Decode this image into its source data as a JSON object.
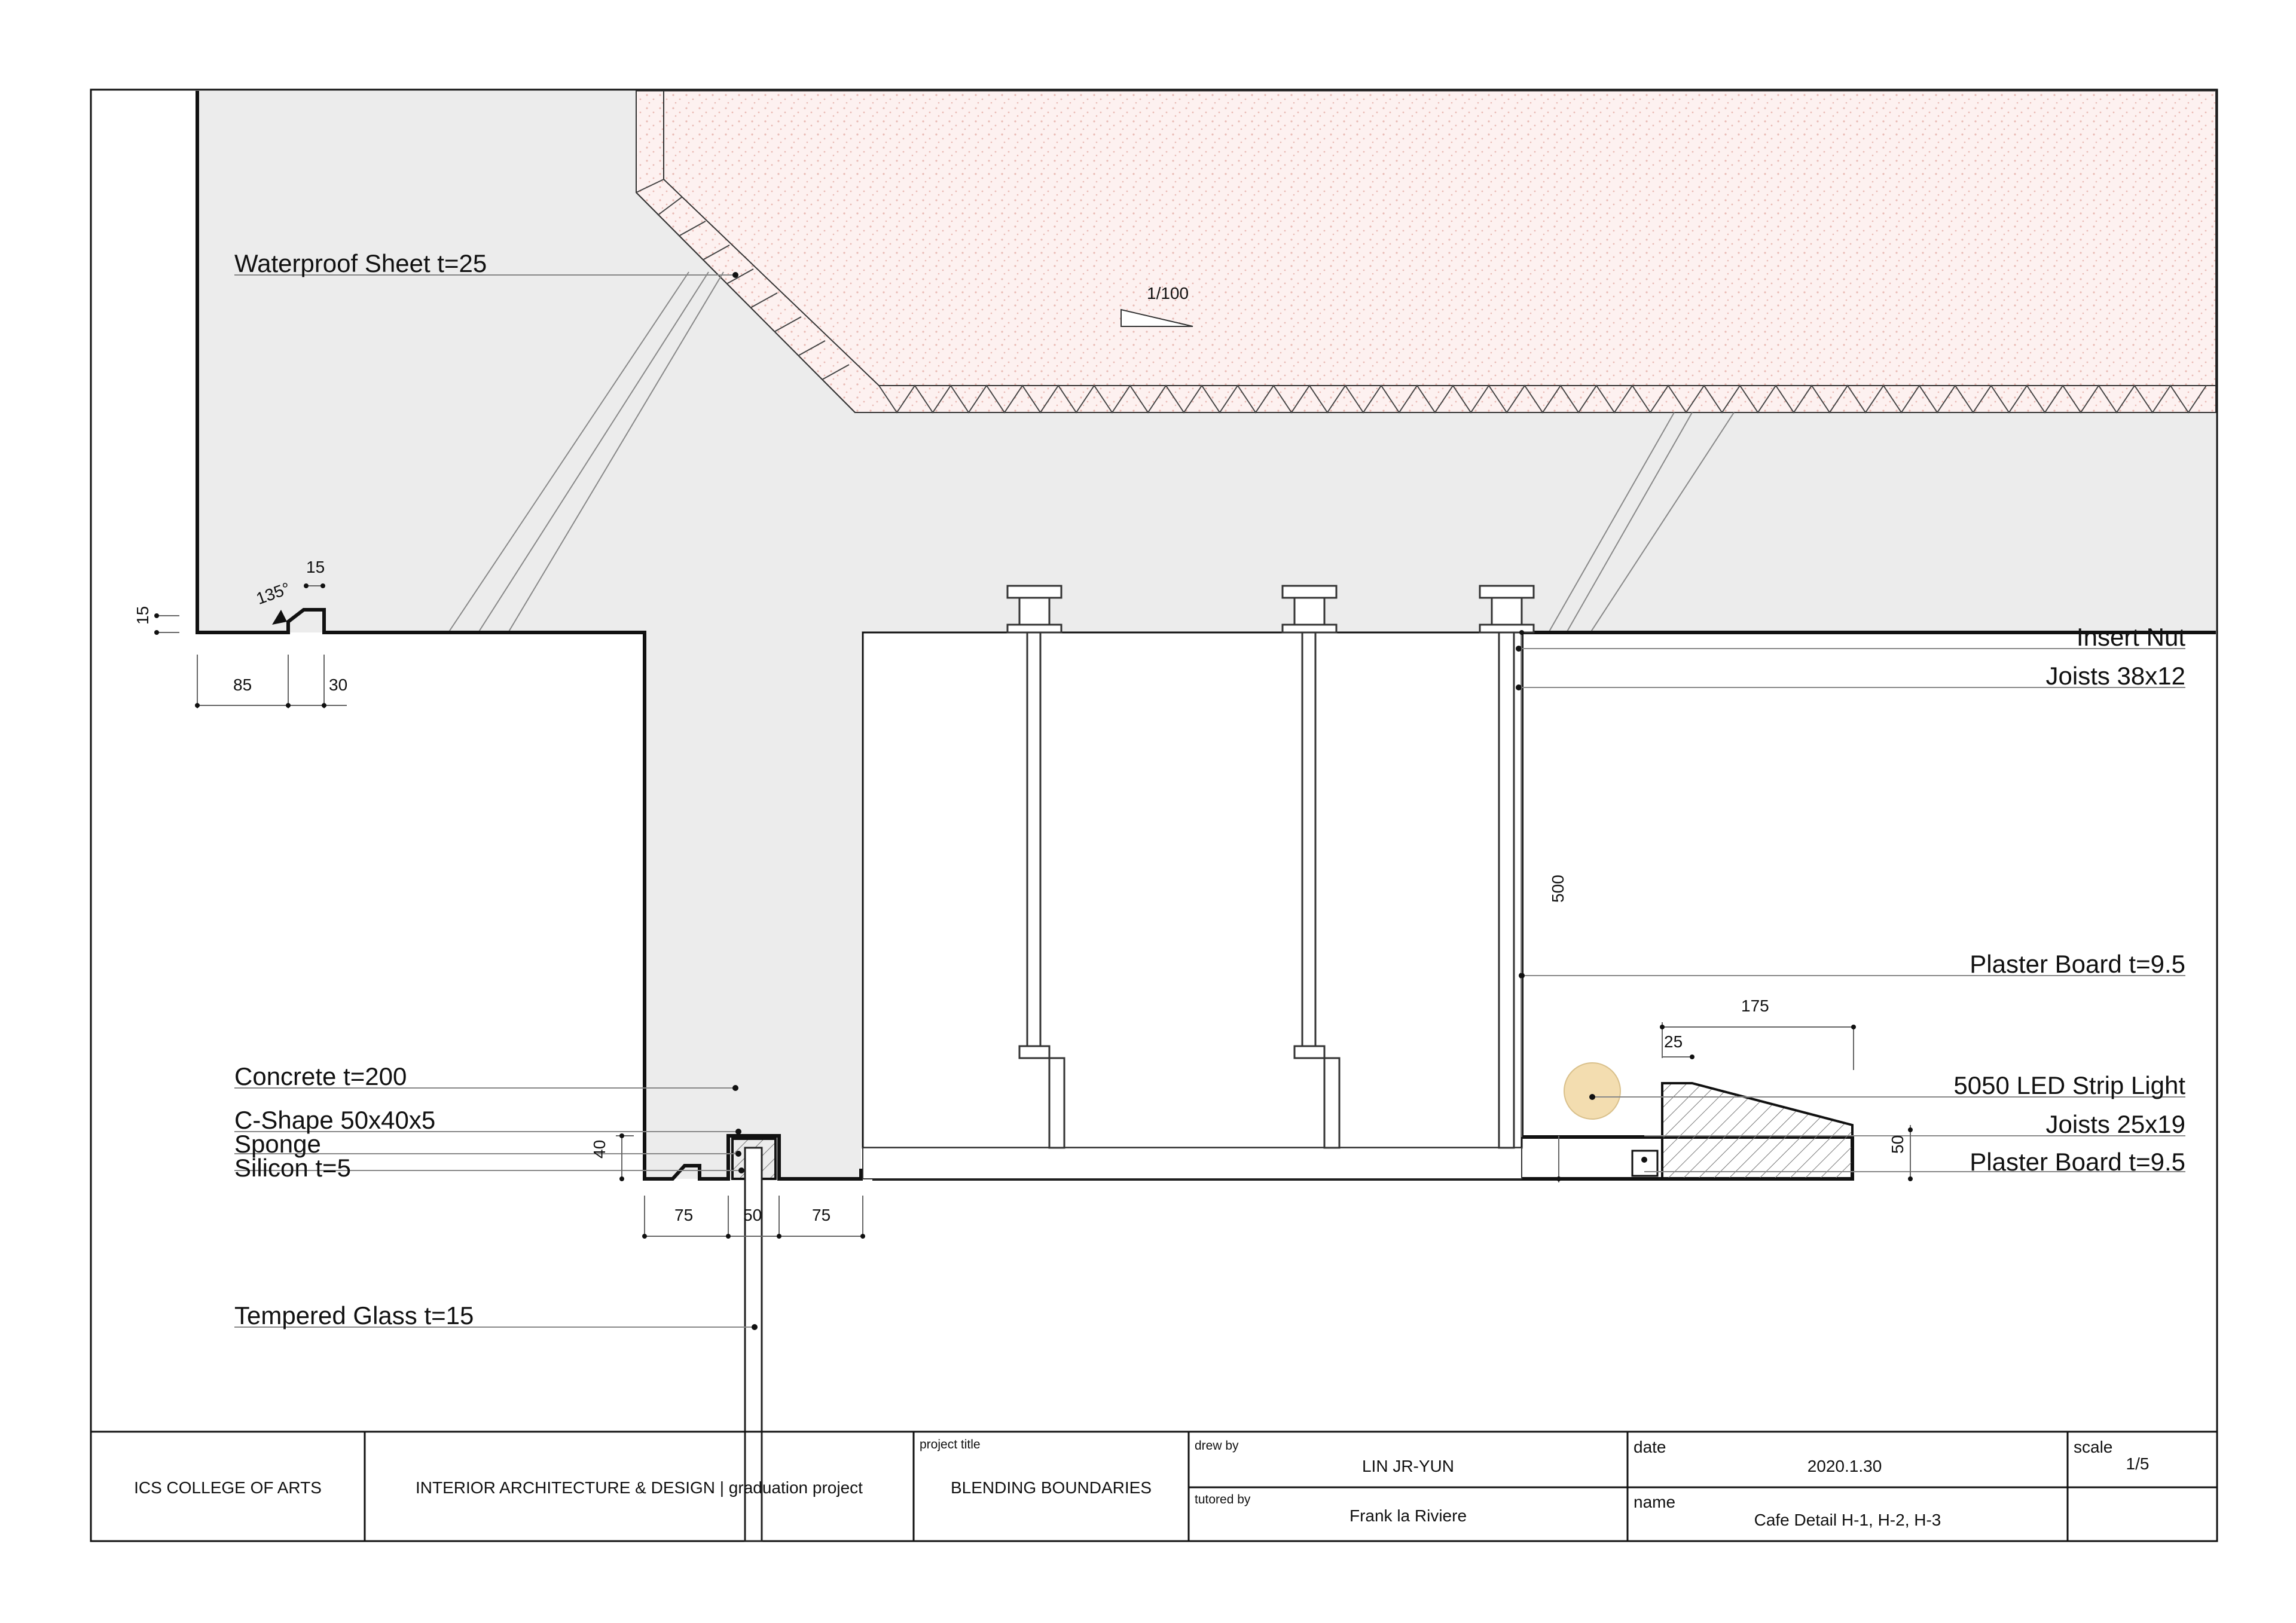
{
  "colors": {
    "ink": "#111111",
    "concrete": "#ececec",
    "insulation": "#fdf1f0",
    "insulation_dots": "#e9b9b3",
    "led": "#f3ddb0",
    "hatch": "#777777"
  },
  "labels": {
    "waterproof": "Waterproof Sheet t=25",
    "concrete": "Concrete t=200",
    "cshape": "C-Shape 50x40x5",
    "sponge": "Sponge",
    "silicon": "Silicon t=5",
    "glass": "Tempered Glass t=15",
    "insert_nut": "Insert Nut",
    "joists_38": "Joists 38x12",
    "plaster_1": "Plaster Board t=9.5",
    "led": "5050 LED Strip Light",
    "joists_25": "Joists 25x19",
    "plaster_2": "Plaster Board t=9.5"
  },
  "dimensions": {
    "slope": "1/100",
    "angle": "135°",
    "top_15": "15",
    "left_15": "15",
    "d85": "85",
    "d30": "30",
    "d40": "40",
    "d75a": "75",
    "d50": "50",
    "d75b": "75",
    "d500": "500",
    "d175": "175",
    "d25": "25",
    "d50r": "50"
  },
  "title_block": {
    "school": "ICS COLLEGE OF ARTS",
    "program": "INTERIOR ARCHITECTURE & DESIGN | graduation project",
    "project_title_label": "project title",
    "project_title": "BLENDING BOUNDARIES",
    "drew_by_label": "drew by",
    "drew_by": "LIN JR-YUN",
    "tutored_by_label": "tutored by",
    "tutored_by": "Frank la Riviere",
    "date_label": "date",
    "date": "2020.1.30",
    "name_label": "name",
    "name": "Cafe Detail H-1, H-2, H-3",
    "scale_label": "scale",
    "scale": "1/5"
  }
}
